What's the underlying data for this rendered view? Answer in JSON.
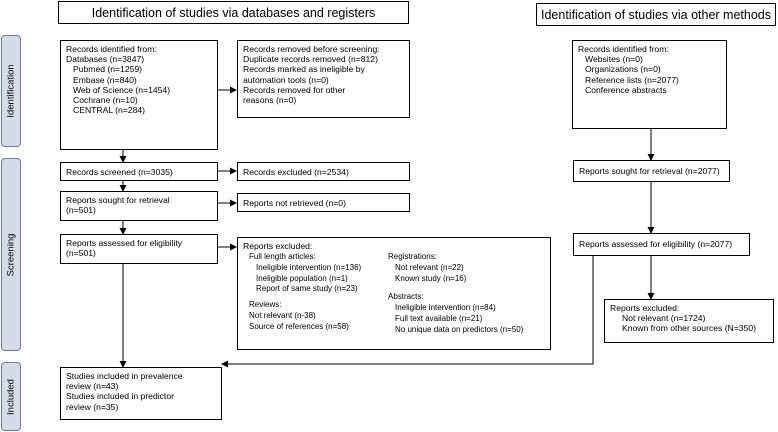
{
  "headers": {
    "databases": "Identification of studies via databases and registers",
    "other": "Identification of studies via other methods"
  },
  "phases": {
    "identification": "Identification",
    "screening": "Screening",
    "included": "Included"
  },
  "db": {
    "identified": {
      "title": "Records identified from:",
      "databases": "Databases (n=3847)",
      "sources": [
        "Pubmed (n=1259)",
        "Embase (n=840)",
        "Web of Science (n=1454)",
        "Cochrane (n=10)",
        "CENTRAL (n=284)"
      ]
    },
    "removed": {
      "title": "Records removed before screening:",
      "lines": [
        "Duplicate records removed (n=812)",
        "Records marked as ineligible by",
        "automation tools (n=0)",
        "Records removed for other",
        "reasons (n=0)"
      ]
    },
    "screened": "Records screened (n=3035)",
    "excluded": "Records excluded (n=2534)",
    "sought": [
      "Reports sought for retrieval",
      "(n=501)"
    ],
    "not_retrieved": "Reports not retrieved (n=0)",
    "assessed": [
      "Reports assessed for eligibility",
      "(n=501)"
    ],
    "reports_excluded": {
      "title": "Reports excluded:",
      "full_length": {
        "title": "Full length articles:",
        "items": [
          "Ineligible intervention (n=136)",
          "Ineligible population (n=1)",
          "Report of same study (n=23)"
        ]
      },
      "reviews": {
        "title": "Reviews:",
        "items": [
          "Not relevant (n-38)",
          "Source of references (n=58)"
        ]
      },
      "registrations": {
        "title": "Registrations:",
        "items": [
          "Not relevant (n=22)",
          "Known study (n=16)"
        ]
      },
      "abstracts": {
        "title": "Abstracts:",
        "items": [
          "Ineligible intervention (n=84)",
          "Full text available (n=21)",
          "No unique data on predictors (n=50)"
        ]
      }
    },
    "included": [
      "Studies included in prevalence",
      "review (n=43)",
      "Studies included in predictor",
      "review (n=35)"
    ]
  },
  "other": {
    "identified": {
      "title": "Records identified from:",
      "items": [
        "Websites (n=0)",
        "Organizations (n=0)",
        "Reference lists (n=2077)",
        "Conference abstracts"
      ]
    },
    "sought": "Reports sought for retrieval (n=2077)",
    "assessed": "Reports assessed for eligibility (n=2077)",
    "excluded": {
      "title": "Reports excluded:",
      "items": [
        "Not relevant (n=1724)",
        "Known from other sources (N=350)"
      ]
    }
  }
}
